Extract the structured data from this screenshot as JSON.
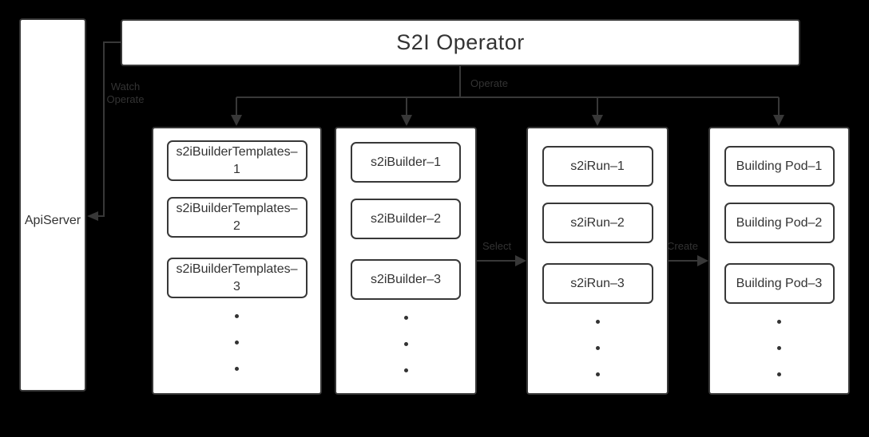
{
  "colors": {
    "background": "#000000",
    "node_fill": "#ffffff",
    "stroke": "#383838",
    "text": "#333333"
  },
  "api_server": {
    "label": "ApiServer"
  },
  "operator": {
    "title": "S2I Operator"
  },
  "edges": {
    "watch": {
      "line1": "Watch",
      "line2": "Operate"
    },
    "operate": {
      "label": "Operate"
    },
    "select": {
      "label": "Select"
    },
    "create": {
      "label": "Create"
    }
  },
  "columns": [
    {
      "id": "s2i-builder-templates",
      "boxes": [
        "s2iBuilderTemplates–1",
        "s2iBuilderTemplates–2",
        "s2iBuilderTemplates–3"
      ],
      "ellipsis": "• • •"
    },
    {
      "id": "s2i-builder",
      "boxes": [
        "s2iBuilder–1",
        "s2iBuilder–2",
        "s2iBuilder–3"
      ],
      "ellipsis": "• • •"
    },
    {
      "id": "s2i-run",
      "boxes": [
        "s2iRun–1",
        "s2iRun–2",
        "s2iRun–3"
      ],
      "ellipsis": "• • •"
    },
    {
      "id": "building-pod",
      "boxes": [
        "Building Pod–1",
        "Building Pod–2",
        "Building Pod–3"
      ],
      "ellipsis": "• • •"
    }
  ]
}
